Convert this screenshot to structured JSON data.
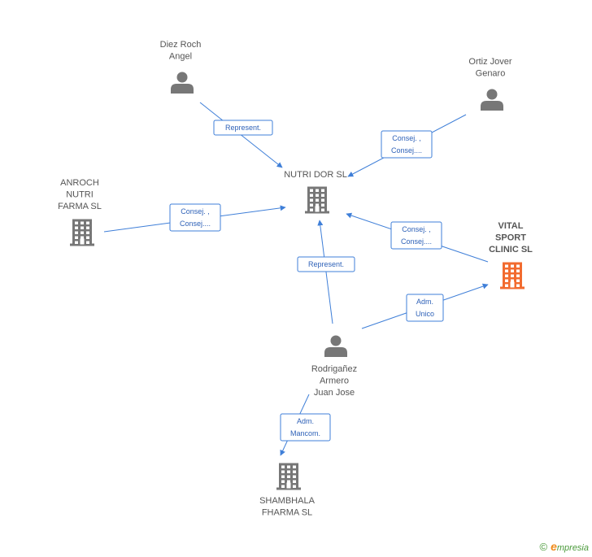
{
  "colors": {
    "accent": "#3f7fd8",
    "icon": "#777777",
    "focus_icon": "#f26b2f",
    "text": "#555555"
  },
  "nodes": [
    {
      "id": "diez",
      "type": "person",
      "label_lines": [
        "Diez Roch",
        "Angel"
      ],
      "focus": false
    },
    {
      "id": "ortiz",
      "type": "person",
      "label_lines": [
        "Ortiz Jover",
        "Genaro"
      ],
      "focus": false
    },
    {
      "id": "nutridor",
      "type": "company",
      "label_lines": [
        "NUTRI DOR SL"
      ],
      "focus": false
    },
    {
      "id": "anroch",
      "type": "company",
      "label_lines": [
        "ANROCH",
        "NUTRI",
        "FARMA SL"
      ],
      "focus": false
    },
    {
      "id": "vital",
      "type": "company",
      "label_lines": [
        "VITAL",
        "SPORT",
        "CLINIC SL"
      ],
      "focus": true
    },
    {
      "id": "rodriganez",
      "type": "person",
      "label_lines": [
        "Rodrigañez",
        "Armero",
        "Juan Jose"
      ],
      "focus": false
    },
    {
      "id": "shambhala",
      "type": "company",
      "label_lines": [
        "SHAMBHALA",
        "FHARMA SL"
      ],
      "focus": false
    }
  ],
  "edges": [
    {
      "from": "diez",
      "to": "nutridor",
      "label_lines": [
        "Represent."
      ]
    },
    {
      "from": "ortiz",
      "to": "nutridor",
      "label_lines": [
        "Consej. ,",
        "Consej...."
      ]
    },
    {
      "from": "anroch",
      "to": "nutridor",
      "label_lines": [
        "Consej. ,",
        "Consej...."
      ]
    },
    {
      "from": "vital",
      "to": "nutridor",
      "label_lines": [
        "Consej. ,",
        "Consej...."
      ]
    },
    {
      "from": "rodriganez",
      "to": "nutridor",
      "label_lines": [
        "Represent."
      ]
    },
    {
      "from": "rodriganez",
      "to": "vital",
      "label_lines": [
        "Adm.",
        "Unico"
      ]
    },
    {
      "from": "rodriganez",
      "to": "shambhala",
      "label_lines": [
        "Adm.",
        "Mancom."
      ]
    }
  ],
  "footer": {
    "copyright_symbol": "©",
    "brand_initial": "e",
    "brand_rest": "mpresia"
  }
}
